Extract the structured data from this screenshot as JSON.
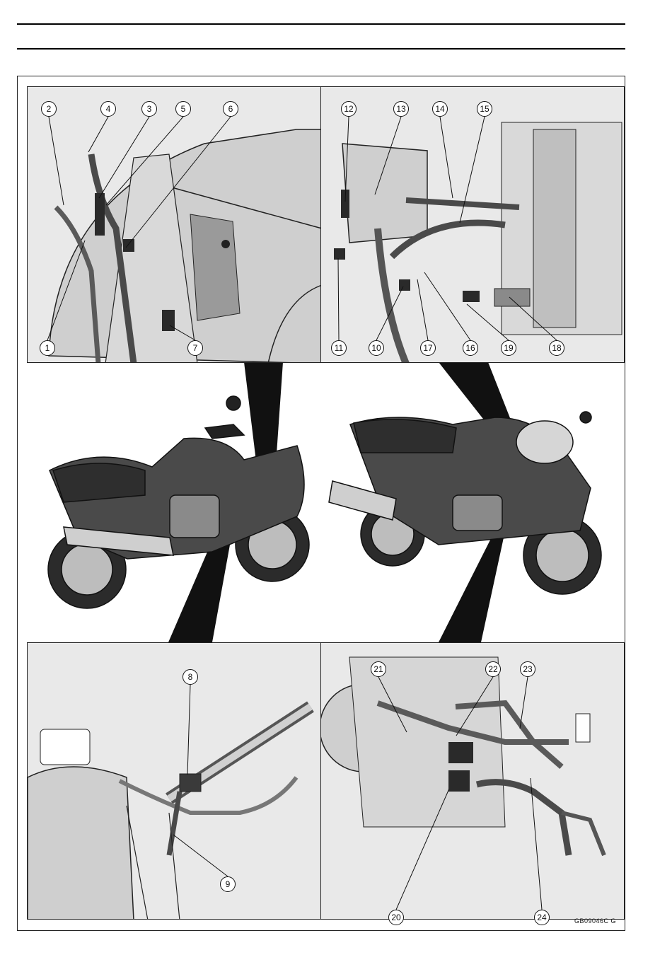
{
  "callouts": {
    "c1": "1",
    "c2": "2",
    "c3": "3",
    "c4": "4",
    "c5": "5",
    "c6": "6",
    "c7": "7",
    "c8": "8",
    "c9": "9",
    "c10": "10",
    "c11": "11",
    "c12": "12",
    "c13": "13",
    "c14": "14",
    "c15": "15",
    "c16": "16",
    "c17": "17",
    "c18": "18",
    "c19": "19",
    "c20": "20",
    "c21": "21",
    "c22": "22",
    "c23": "23",
    "c24": "24"
  },
  "figure_ref": "GB09046C  G",
  "colors": {
    "line": "#111111",
    "panel_bg": "#e9e9e9",
    "hose": "#5a5a5a"
  }
}
